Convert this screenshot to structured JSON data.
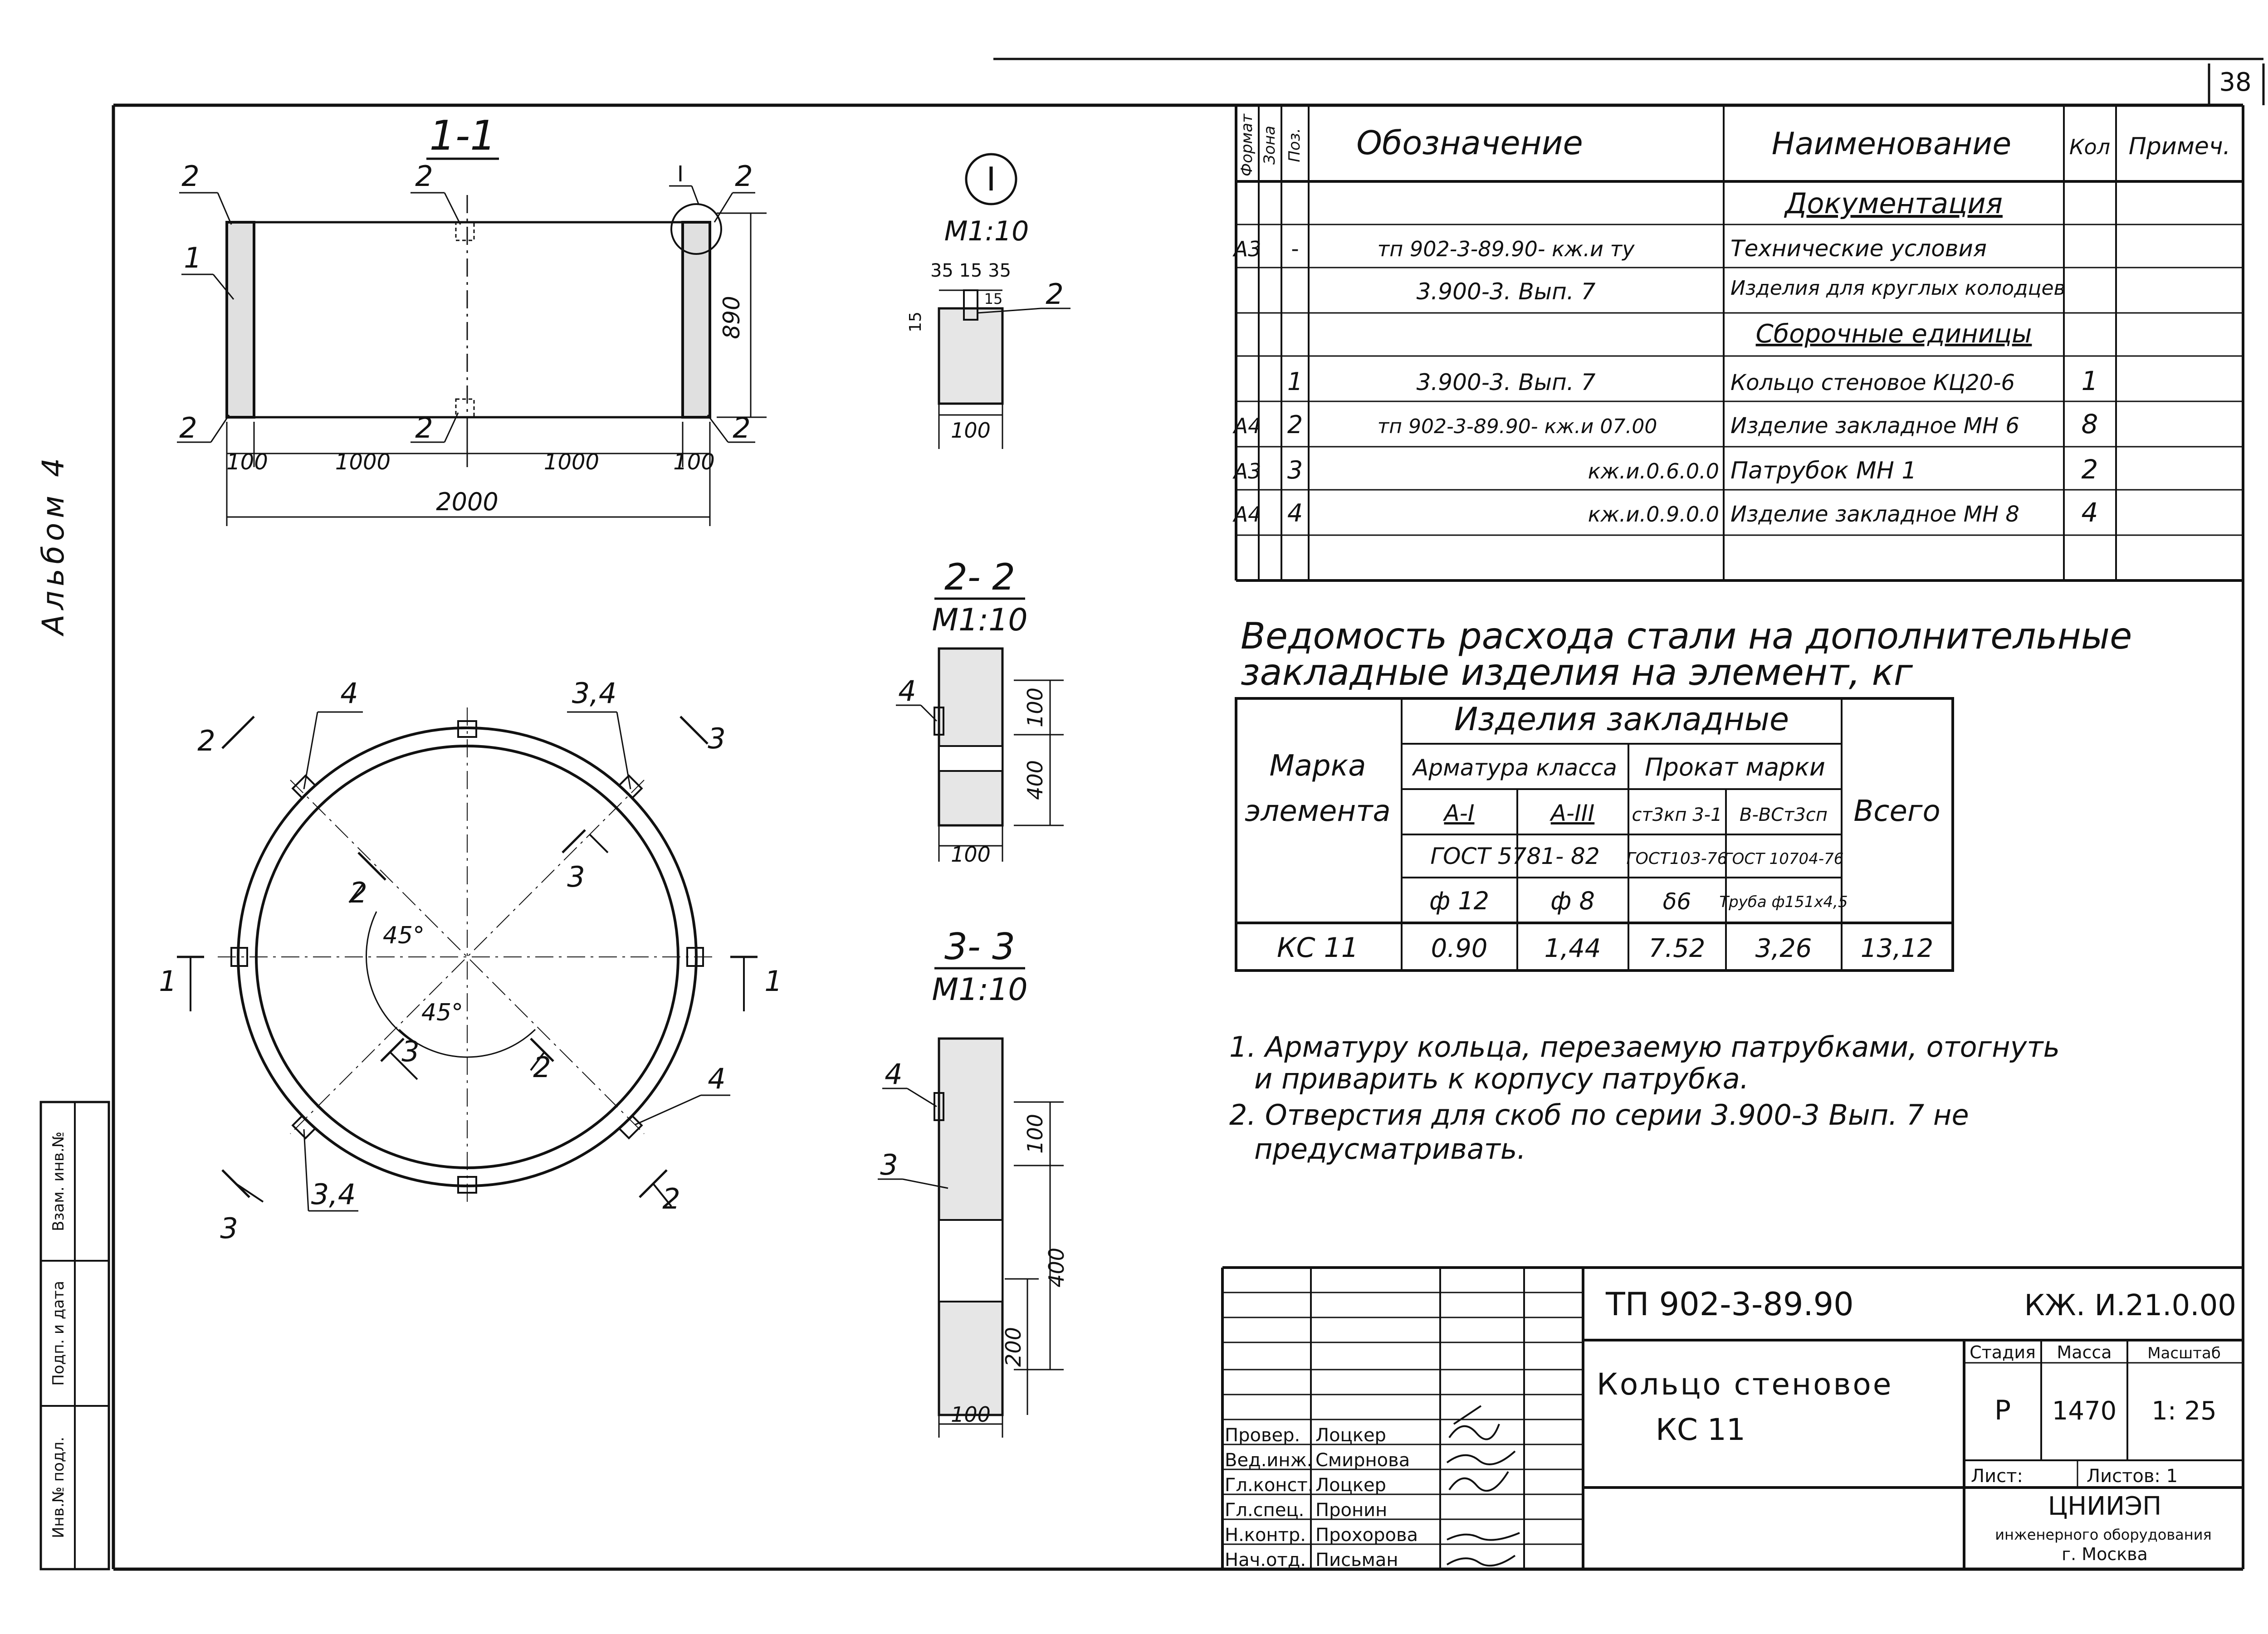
{
  "sheet_number": "38",
  "album_label": "Альбом 4",
  "sections": {
    "s11": "1-1",
    "s22": "2- 2",
    "s22_scale": "М1:10",
    "s33": "3- 3",
    "s33_scale": "М1:10",
    "detail_mark": "I",
    "detail_scale": "М1:10"
  },
  "section_1_1": {
    "callouts": [
      "2",
      "1",
      "2",
      "2",
      "2",
      "2",
      "I",
      "2"
    ],
    "dims": {
      "d100a": "100",
      "d1000a": "1000",
      "d1000b": "1000",
      "d100b": "100",
      "total": "2000",
      "height": "890"
    }
  },
  "detail_I": {
    "dims_top": "35 15 35",
    "d15a": "15",
    "d15b": "15",
    "width": "100",
    "callout": "2"
  },
  "section_2_2": {
    "callout": "4",
    "d100": "100",
    "d400": "400",
    "width": "100"
  },
  "section_3_3": {
    "callout_4": "4",
    "callout_3": "3",
    "d100": "100",
    "d400": "400",
    "d200": "200",
    "width": "100"
  },
  "plan": {
    "labels": {
      "c4a": "4",
      "c34a": "3,4",
      "c34b": "3,4",
      "c4b": "4",
      "s2a": "2",
      "s2b": "2",
      "s2c": "2",
      "s2d": "2",
      "s3a": "3",
      "s3b": "3",
      "s3c": "3",
      "s3d": "3",
      "s1a": "1",
      "s1b": "1",
      "ang1": "45°",
      "ang2": "45°"
    }
  },
  "spec_table": {
    "headers": {
      "format": "Формат",
      "zone": "Зона",
      "pos": "Поз.",
      "designation": "Обозначение",
      "name": "Наименование",
      "qty": "Кол",
      "note": "Примеч."
    },
    "documentation_header": "Документация",
    "assembly_header": "Сборочные единицы",
    "rows": [
      {
        "format": "А3",
        "pos": "-",
        "designation": "тп 902-3-89.90- кж.и ту",
        "name": "Технические условия",
        "qty": ""
      },
      {
        "format": "",
        "pos": "",
        "designation": "3.900-3. Вып. 7",
        "name": "Изделия для круглых колодцев",
        "qty": ""
      },
      {
        "format": "",
        "pos": "1",
        "designation": "3.900-3. Вып. 7",
        "name": "Кольцо стеновое КЦ20-6",
        "qty": "1"
      },
      {
        "format": "А4",
        "pos": "2",
        "designation": "тп 902-3-89.90- кж.и 07.00",
        "name": "Изделие закладное МН 6",
        "qty": "8"
      },
      {
        "format": "А3",
        "pos": "3",
        "designation": "кж.и.0.6.0.0",
        "name": "Патрубок МН 1",
        "qty": "2"
      },
      {
        "format": "А4",
        "pos": "4",
        "designation": "кж.и.0.9.0.0",
        "name": "Изделие закладное МН 8",
        "qty": "4"
      }
    ]
  },
  "steel_title_1": "Ведомость расхода стали на дополнительные",
  "steel_title_2": "закладные изделия на элемент, кг",
  "steel_table": {
    "col_mark_1": "Марка",
    "col_mark_2": "элемента",
    "group": "Изделия закладные",
    "sub_a": "Арматура класса",
    "sub_b": "Прокат марки",
    "total": "Всего",
    "a1": "А-I",
    "a3": "А-III",
    "st3": "ст3кп 3-1",
    "vst": "В-ВСт3сп",
    "gost1": "ГОСТ 5781- 82",
    "gost2": "ГОСТ103-76",
    "gost3": "ГОСТ 10704-76",
    "phi12": "ф 12",
    "phi8": "ф 8",
    "s6": "δ6",
    "pipe": "Труба ф151х4,5",
    "row": {
      "mark": "КС 11",
      "a1": "0.90",
      "a3": "1,44",
      "st3": "7.52",
      "vst": "3,26",
      "total": "13,12"
    }
  },
  "notes": {
    "n1a": "1. Арматуру кольца, перезаемую патрубками, отогнуть",
    "n1b": "и приварить к корпусу патрубка.",
    "n2a": "2. Отверстия для скоб по серии 3.900-3 Вып. 7 не",
    "n2b": "предусматривать."
  },
  "title_block": {
    "code": "ТП 902-3-89.90",
    "mark": "КЖ. И.21.0.00",
    "name_1": "Кольцо стеновое",
    "name_2": "КС 11",
    "stage_h": "Стадия",
    "mass_h": "Масса",
    "scale_h": "Масштаб",
    "stage": "Р",
    "mass": "1470",
    "scale": "1: 25",
    "sheet": "Лист:",
    "sheets": "Листов: 1",
    "org_1": "ЦНИИЭП",
    "org_2": "инженерного оборудования",
    "org_3": "г. Москва",
    "staff": [
      {
        "role": "Провер.",
        "name": "Лоцкер"
      },
      {
        "role": "Вед.инж.",
        "name": "Смирнова"
      },
      {
        "role": "Гл.конст.",
        "name": "Лоцкер"
      },
      {
        "role": "Гл.спец.",
        "name": "Пронин"
      },
      {
        "role": "Н.контр.",
        "name": "Прохорова"
      },
      {
        "role": "Нач.отд.",
        "name": "Письман"
      }
    ]
  },
  "side_stamp": {
    "c1": "Инв.№ подл.",
    "c2": "Подп. и дата",
    "c3": "Взам. инв.№"
  }
}
